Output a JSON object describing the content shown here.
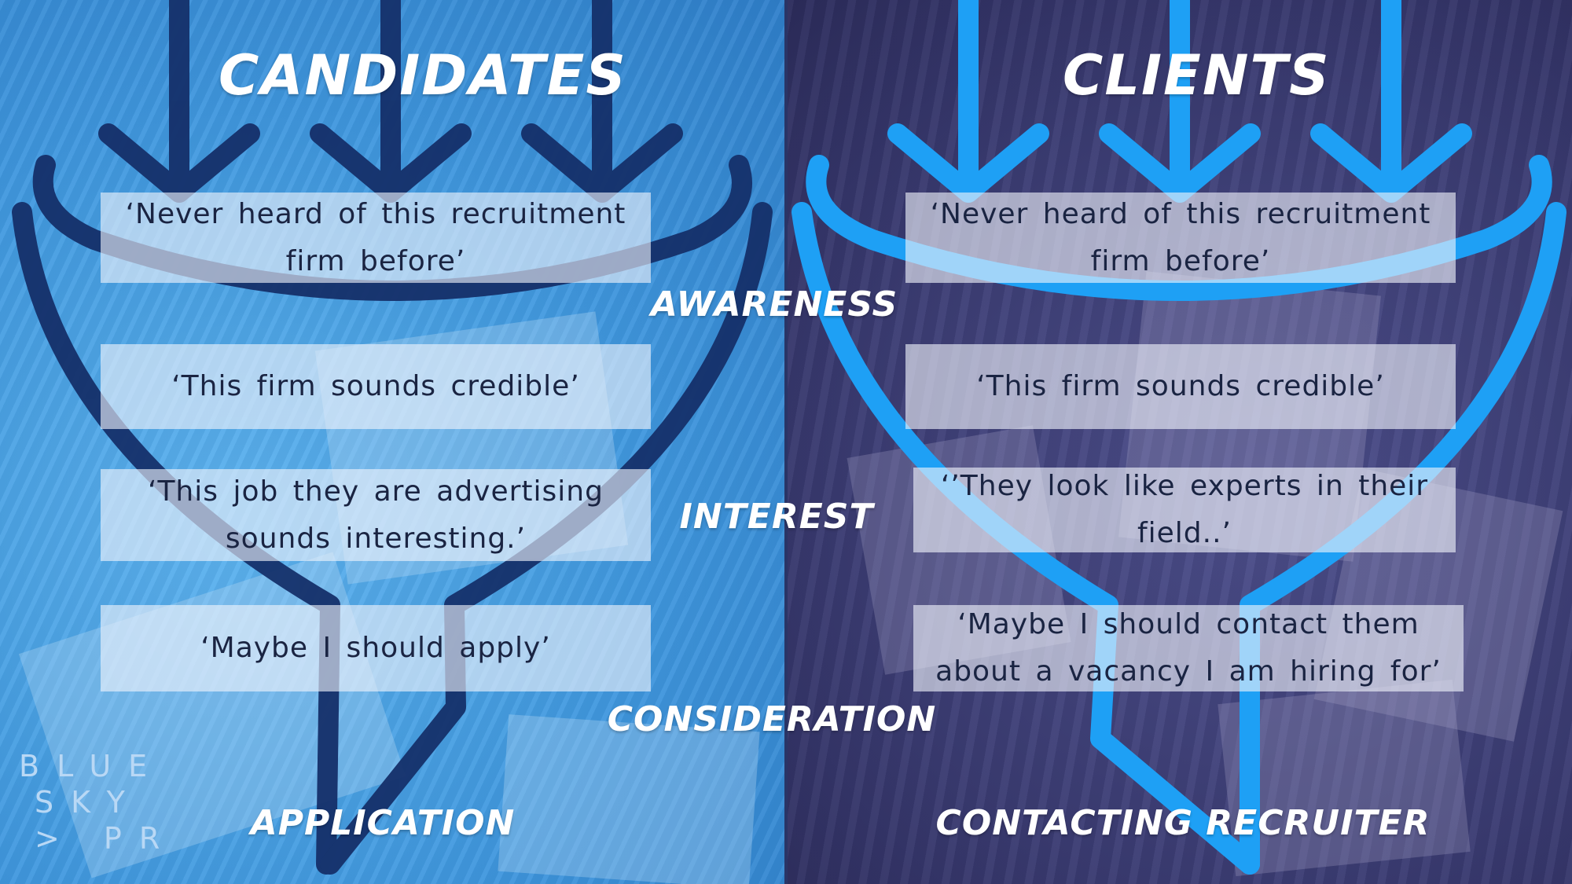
{
  "titles": {
    "left": "CANDIDATES",
    "right": "CLIENTS"
  },
  "stages": {
    "awareness": "AWARENESS",
    "interest": "INTEREST",
    "consideration": "CONSIDERATION",
    "left_outcome": "APPLICATION",
    "right_outcome": "CONTACTING RECRUITER"
  },
  "candidates": {
    "quotes": [
      "‘Never heard of this recruitment firm before’",
      "‘This firm sounds credible’",
      "‘This job they are advertising sounds interesting.’",
      "‘Maybe I should apply’"
    ]
  },
  "clients": {
    "quotes": [
      "‘Never heard of this recruitment firm before’",
      "‘This firm sounds credible’",
      "‘’They look like experts in their field..’",
      "‘Maybe I should contact them about a vacancy I am hiring for’"
    ]
  },
  "logo": {
    "line1": "BLUE",
    "line2": "SKY",
    "line3": "> PR"
  },
  "colors": {
    "left_funnel": "#15306a",
    "right_funnel": "#1ea0f5",
    "left_background": "#3f97de",
    "right_background": "#3b3c73"
  }
}
